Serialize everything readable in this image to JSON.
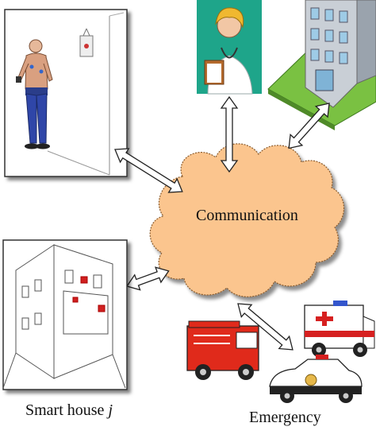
{
  "diagram": {
    "center": {
      "label": "Communication"
    },
    "smart_house": {
      "caption": "Smart house",
      "index": "j"
    },
    "emergency": {
      "label": "Emergency"
    },
    "icons": {
      "patient": "patient-with-sensors-icon",
      "doctor": "doctor-icon",
      "hospital": "hospital-building-icon",
      "house": "smart-house-icon",
      "fire_truck": "fire-truck-icon",
      "ambulance": "ambulance-icon",
      "police_car": "police-car-icon"
    },
    "colors": {
      "cloud_fill": "#fbc58e",
      "cloud_stroke": "#8a5a2b",
      "doctor_bg": "#1ea58a",
      "fire_truck": "#e02a1b",
      "ambulance_stripe": "#d62020",
      "hospital_glass": "#9ecbe6",
      "lawn": "#7ac142"
    }
  }
}
